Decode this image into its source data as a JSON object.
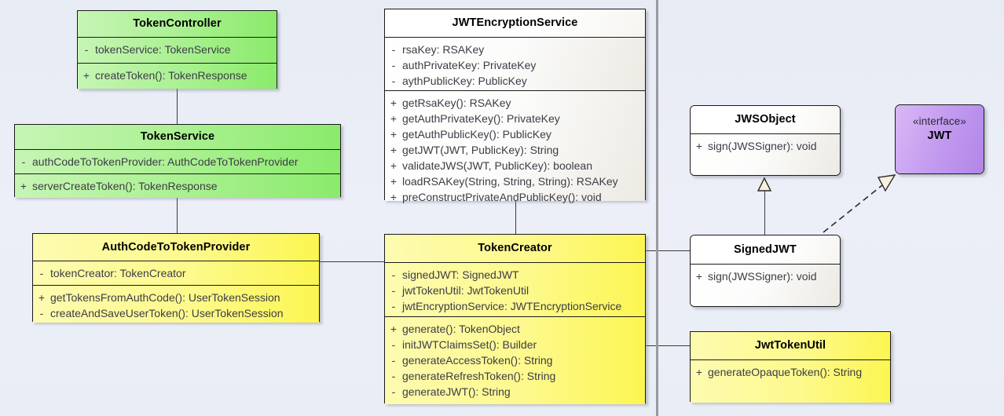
{
  "diagram": {
    "type": "uml-class-diagram",
    "background_color": "#e9edf5",
    "page_divider_color": "#9a9a9e"
  },
  "classes": {
    "token_controller": {
      "name": "TokenController",
      "color": "#a8f08f",
      "attributes": [
        {
          "visibility": "-",
          "signature": "tokenService: TokenService"
        }
      ],
      "methods": [
        {
          "visibility": "+",
          "signature": "createToken(): TokenResponse"
        }
      ]
    },
    "token_service": {
      "name": "TokenService",
      "color": "#a8f08f",
      "attributes": [
        {
          "visibility": "-",
          "signature": "authCodeToTokenProvider: AuthCodeToTokenProvider"
        }
      ],
      "methods": [
        {
          "visibility": "+",
          "signature": "serverCreateToken(): TokenResponse"
        }
      ]
    },
    "auth_code_to_token_provider": {
      "name": "AuthCodeToTokenProvider",
      "color": "#fdf98c",
      "attributes": [
        {
          "visibility": "-",
          "signature": "tokenCreator: TokenCreator"
        }
      ],
      "methods": [
        {
          "visibility": "+",
          "signature": "getTokensFromAuthCode(): UserTokenSession"
        },
        {
          "visibility": "-",
          "signature": "createAndSaveUserToken(): UserTokenSession"
        }
      ]
    },
    "jwt_encryption_service": {
      "name": "JWTEncryptionService",
      "color": "#ffffff",
      "attributes": [
        {
          "visibility": "-",
          "signature": "rsaKey: RSAKey"
        },
        {
          "visibility": "-",
          "signature": "authPrivateKey: PrivateKey"
        },
        {
          "visibility": "-",
          "signature": "aythPublicKey: PublicKey"
        }
      ],
      "methods": [
        {
          "visibility": "+",
          "signature": "getRsaKey(): RSAKey"
        },
        {
          "visibility": "+",
          "signature": "getAuthPrivateKey(): PrivateKey"
        },
        {
          "visibility": "+",
          "signature": "getAuthPublicKey(): PublicKey"
        },
        {
          "visibility": "+",
          "signature": "getJWT(JWT, PublicKey): String"
        },
        {
          "visibility": "+",
          "signature": "validateJWS(JWT, PublicKey): boolean"
        },
        {
          "visibility": "+",
          "signature": "loadRSAKey(String, String, String): RSAKey"
        },
        {
          "visibility": "+",
          "signature": "preConstructPrivateAndPublicKey(): void"
        }
      ]
    },
    "token_creator": {
      "name": "TokenCreator",
      "color": "#fdf98c",
      "attributes": [
        {
          "visibility": "-",
          "signature": "signedJWT: SignedJWT"
        },
        {
          "visibility": "-",
          "signature": "jwtTokenUtil: JwtTokenUtil"
        },
        {
          "visibility": "-",
          "signature": "jwtEncryptionService: JWTEncryptionService"
        }
      ],
      "methods": [
        {
          "visibility": "+",
          "signature": "generate(): TokenObject"
        },
        {
          "visibility": "-",
          "signature": "initJWTClaimsSet(): Builder"
        },
        {
          "visibility": "-",
          "signature": "generateAccessToken(): String"
        },
        {
          "visibility": "-",
          "signature": "generateRefreshToken(): String"
        },
        {
          "visibility": "-",
          "signature": "generateJWT(): String"
        }
      ]
    },
    "jws_object": {
      "name": "JWSObject",
      "color": "#ffffff",
      "attributes": [],
      "methods": [
        {
          "visibility": "+",
          "signature": "sign(JWSSigner): void"
        }
      ]
    },
    "signed_jwt": {
      "name": "SignedJWT",
      "color": "#ffffff",
      "attributes": [],
      "methods": [
        {
          "visibility": "+",
          "signature": "sign(JWSSigner): void"
        }
      ]
    },
    "jwt_interface": {
      "stereotype": "«interface»",
      "name": "JWT",
      "color": "#c39bf0",
      "attributes": [],
      "methods": []
    },
    "jwt_token_util": {
      "name": "JwtTokenUtil",
      "color": "#fdf98c",
      "attributes": [],
      "methods": [
        {
          "visibility": "+",
          "signature": "generateOpaqueToken(): String"
        }
      ]
    }
  },
  "relationships": [
    {
      "from": "TokenController",
      "to": "TokenService",
      "kind": "association"
    },
    {
      "from": "TokenService",
      "to": "AuthCodeToTokenProvider",
      "kind": "association"
    },
    {
      "from": "AuthCodeToTokenProvider",
      "to": "TokenCreator",
      "kind": "association"
    },
    {
      "from": "JWTEncryptionService",
      "to": "TokenCreator",
      "kind": "association"
    },
    {
      "from": "TokenCreator",
      "to": "SignedJWT",
      "kind": "association"
    },
    {
      "from": "TokenCreator",
      "to": "JwtTokenUtil",
      "kind": "association"
    },
    {
      "from": "SignedJWT",
      "to": "JWSObject",
      "kind": "generalization"
    },
    {
      "from": "SignedJWT",
      "to": "JWT",
      "kind": "realization"
    }
  ]
}
